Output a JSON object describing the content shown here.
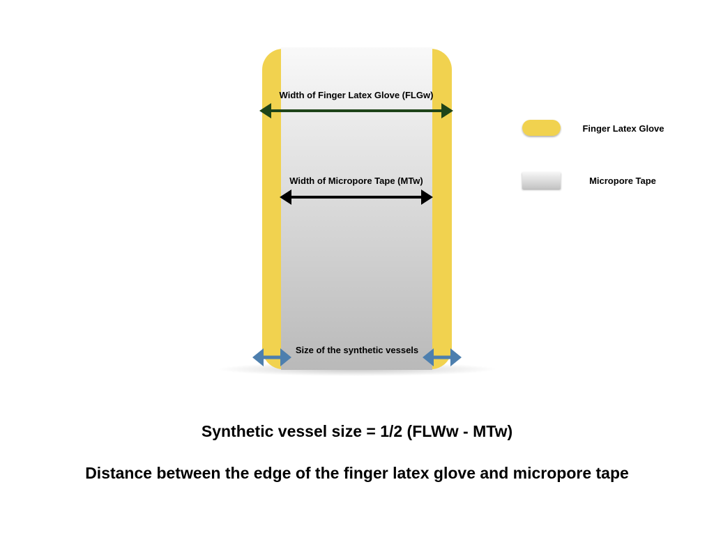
{
  "diagram": {
    "labels": {
      "glove_width": "Width of Finger Latex Glove (FLGw)",
      "tape_width": "Width of Micropore Tape (MTw)",
      "vessel_size": "Size of the synthetic vessels"
    },
    "legend": [
      {
        "label": "Finger Latex Glove",
        "icon": "yellow-pill-swatch",
        "color": "#f1d24f"
      },
      {
        "label": "Micropore Tape",
        "icon": "gray-gradient-swatch",
        "color": "#d8d8d8"
      }
    ],
    "formula": "Synthetic vessel size = 1/2 (FLWw - MTw)",
    "description": "Distance between the edge of the finger latex glove and micropore tape",
    "colors": {
      "glove": "#f1d24f",
      "tape_top": "#f9f9f9",
      "tape_bottom": "#b9b9b9",
      "glove_arrow": "#1e4419",
      "tape_arrow": "#000000",
      "vessel_arrow": "#4d7fae"
    }
  }
}
